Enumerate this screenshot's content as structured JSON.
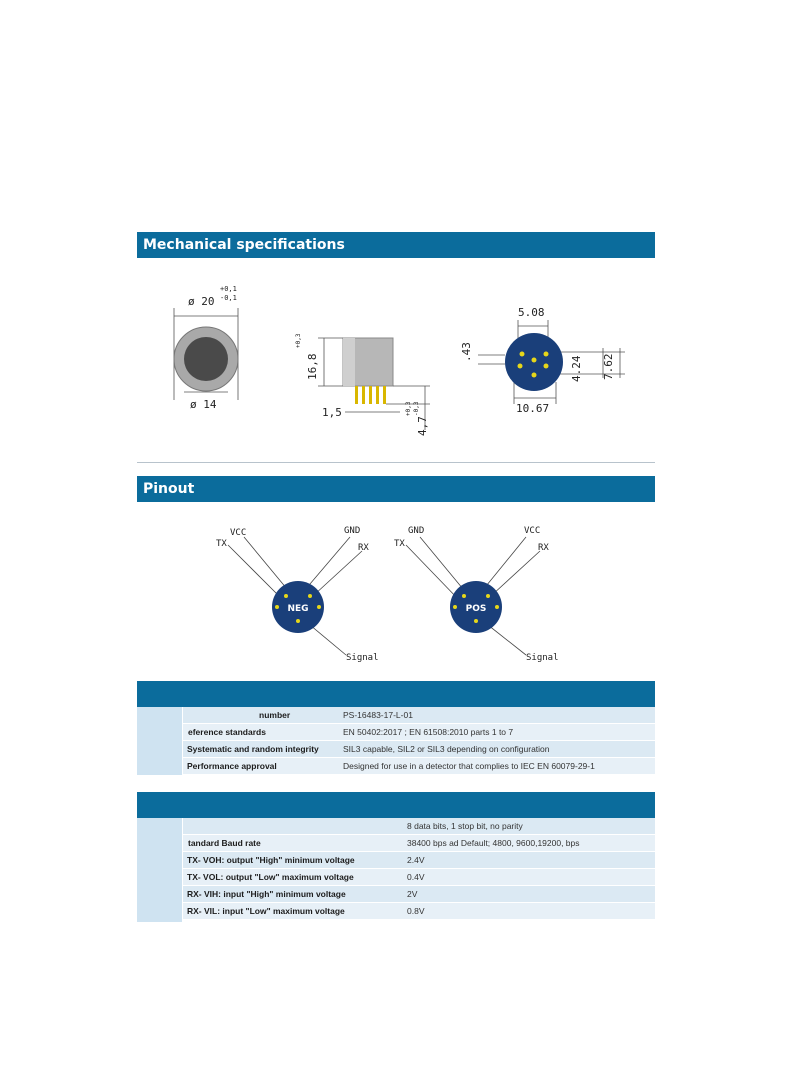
{
  "mechanical": {
    "title": "Mechanical specifications",
    "front": {
      "outer_dia": "ø 20",
      "tol_plus": "+0,1",
      "tol_minus": "-0,1",
      "inner_dia": "ø 14"
    },
    "side": {
      "height": "16,8",
      "height_tol": "+0,3",
      "pin_pitch": "1,5",
      "pin_len": "4,7",
      "pin_tol_a": "+0,3",
      "pin_tol_b": "-0,3"
    },
    "bottom": {
      "dim_top": "5.08",
      "dim_left": ".43",
      "dim_right_a": "4.24",
      "dim_right_b": "7.62",
      "dim_bottom": "10.67"
    }
  },
  "pinout": {
    "title": "Pinout",
    "neg": {
      "badge": "NEG",
      "vcc": "VCC",
      "tx": "TX",
      "gnd": "GND",
      "rx": "RX",
      "signal": "Signal"
    },
    "pos": {
      "badge": "POS",
      "gnd": "GND",
      "tx": "TX",
      "vcc": "VCC",
      "rx": "RX",
      "signal": "Signal"
    }
  },
  "table1": {
    "rows": [
      {
        "label": "number",
        "value": "PS-16483-17-L-01"
      },
      {
        "label": "eference standards",
        "value": "EN 50402:2017 ; EN 61508:2010 parts 1 to 7"
      },
      {
        "label": "Systematic and random integrity",
        "value": "SIL3 capable, SIL2 or SIL3 depending on configuration"
      },
      {
        "label": "Performance approval",
        "value": "Designed for use in a detector that complies to IEC EN 60079-29-1"
      }
    ]
  },
  "table2": {
    "rows": [
      {
        "label": "",
        "value": "8 data bits, 1 stop bit, no parity"
      },
      {
        "label": "tandard Baud rate",
        "value": "38400 bps ad Default; 4800, 9600,19200, bps"
      },
      {
        "label": "TX- VOH: output \"High\" minimum voltage",
        "value": "2.4V"
      },
      {
        "label": "TX- VOL: output \"Low\" maximum voltage",
        "value": "0.4V"
      },
      {
        "label": "RX- VIH: input \"High\" minimum voltage",
        "value": "2V"
      },
      {
        "label": "RX- VIL: input \"Low\" maximum voltage",
        "value": "0.8V"
      }
    ]
  },
  "colors": {
    "accent": "#0b6c9c",
    "sensor_blue": "#1a3f7a",
    "pin_yellow": "#e6d71a",
    "row_bg": "#dbe9f3"
  }
}
